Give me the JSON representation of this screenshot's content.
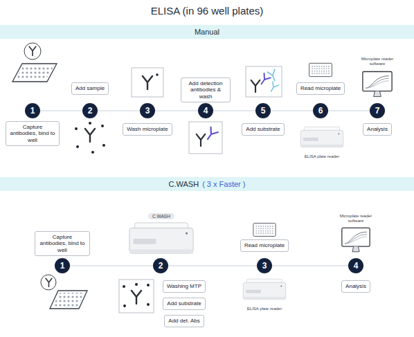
{
  "diagram": {
    "title": "ELISA (in 96 well plates)",
    "nodes": [
      {
        "text": [
          "Manual"
        ]
      },
      {
        "text": [
          "1"
        ]
      },
      {
        "text": [
          "Capture antibodies, bind to well"
        ]
      },
      {
        "text": [
          "Add sample"
        ]
      },
      {
        "text": [
          "2"
        ]
      },
      {
        "text": [
          "3"
        ]
      },
      {
        "text": [
          "Wash microplate"
        ]
      },
      {
        "text": [
          "Add detection antibodies & wash"
        ]
      },
      {
        "text": [
          "4"
        ]
      },
      {
        "text": [
          "5"
        ]
      },
      {
        "text": [
          "Add substrate"
        ]
      },
      {
        "text": [
          "Read microplate"
        ]
      },
      {
        "text": [
          "6"
        ]
      },
      {
        "text": [
          "7"
        ]
      },
      {
        "text": [
          "Analysis"
        ]
      },
      {
        "text": [
          "C.WASH",
          "( 3 x Faster )"
        ]
      },
      {
        "text": [
          "Capture antibodies, bind to well"
        ]
      },
      {
        "text": [
          "1"
        ]
      },
      {
        "text": [
          "C.WASH"
        ]
      },
      {
        "text": [
          "2"
        ]
      },
      {
        "text": [
          "Washing MTP"
        ]
      },
      {
        "text": [
          "Add substrate"
        ]
      },
      {
        "text": [
          "Add det. Abs"
        ]
      },
      {
        "text": [
          "Read microplate"
        ]
      },
      {
        "text": [
          "3"
        ]
      },
      {
        "text": [
          "4"
        ]
      },
      {
        "text": [
          "Analysis"
        ]
      }
    ],
    "edges": [
      {
        "from": 1,
        "to": 4,
        "arrow": "none"
      },
      {
        "from": 4,
        "to": 5,
        "arrow": "none"
      },
      {
        "from": 5,
        "to": 8,
        "arrow": "none"
      },
      {
        "from": 8,
        "to": 9,
        "arrow": "none"
      },
      {
        "from": 9,
        "to": 12,
        "arrow": "none"
      },
      {
        "from": 12,
        "to": 13,
        "arrow": "none"
      },
      {
        "from": 17,
        "to": 19,
        "arrow": "none"
      },
      {
        "from": 19,
        "to": 24,
        "arrow": "none"
      },
      {
        "from": 24,
        "to": 25,
        "arrow": "none"
      }
    ],
    "labels": [
      "Microplate reader software",
      "ELISA plate reader",
      "Microplate reader software",
      "ELISA plate reader"
    ]
  }
}
